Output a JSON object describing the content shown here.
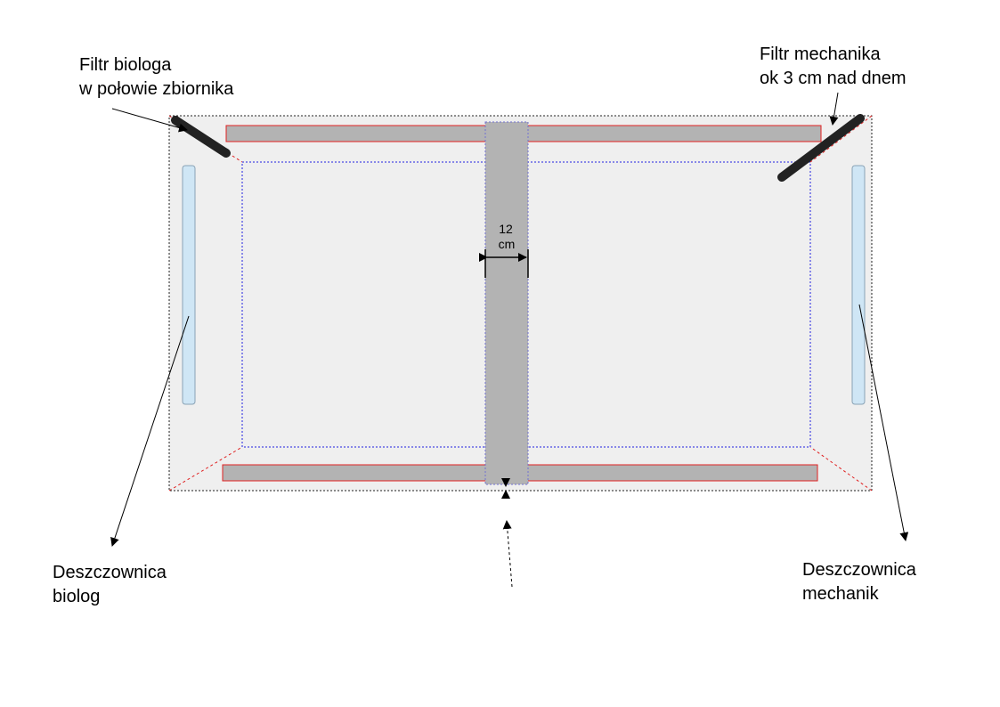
{
  "labels": {
    "filter_bio_line1": "Filtr biologa",
    "filter_bio_line2": "w połowie zbiornika",
    "filter_mech_line1": "Filtr mechanika",
    "filter_mech_line2": "ok 3 cm nad dnem",
    "sprinkler_bio_line1": "Deszczownica",
    "sprinkler_bio_line2": "biolog",
    "sprinkler_mech_line1": "Deszczownica",
    "sprinkler_mech_line2": "mechanik",
    "dimension_value": "12",
    "dimension_unit": "cm"
  },
  "colors": {
    "tank_fill": "#efefef",
    "bar_fill": "#b3b3b3",
    "bar_outline": "#e02020",
    "inner_outline": "#2020e0",
    "sprinkler_fill": "#cfe6f5",
    "sprinkler_outline": "#8aa3b5",
    "filter": "#222222"
  }
}
